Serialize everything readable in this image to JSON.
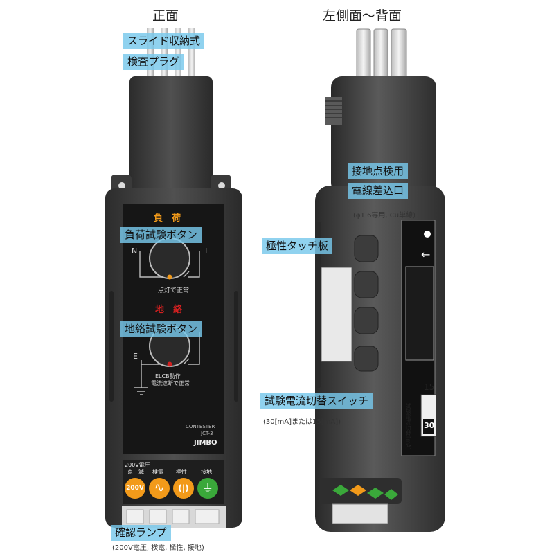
{
  "headings": {
    "front": "正面",
    "side_back": "左側面～背面"
  },
  "callouts": {
    "slide_plug_line1": "スライド収納式",
    "slide_plug_line2": "検査プラグ",
    "load_test_button": "負荷試験ボタン",
    "ground_test_button": "地絡試験ボタン",
    "confirm_lamp": "確認ランプ",
    "confirm_lamp_note": "(200V電圧, 検電, 極性, 接地)",
    "ground_wire_port_line1": "接地点検用",
    "ground_wire_port_line2": "電線差込口",
    "ground_wire_port_note": "(φ1.6専用, Cu単線)",
    "polarity_plate": "極性タッチ板",
    "current_switch": "試験電流切替スイッチ",
    "current_switch_note": "(30[mA]または15[mA])"
  },
  "front_panel": {
    "load_label": "負　荷",
    "ground_label": "地　絡",
    "terminal_n": "N",
    "terminal_l": "L",
    "terminal_e": "E",
    "lit_normal": "点灯で正常",
    "elcb_line1": "ELCB動作",
    "elcb_line2": "電流遮断で正常",
    "brand_sub1": "CONTESTER",
    "brand_sub2": "JCT-3",
    "brand": "JIMBO"
  },
  "indicators": [
    {
      "top": "200V電圧",
      "top2": "点　滅",
      "value": "200V",
      "color": "#f29a1a"
    },
    {
      "top": "検電",
      "top2": "",
      "value": "∿",
      "color": "#f29a1a"
    },
    {
      "top": "極性",
      "top2": "",
      "value": "(|)",
      "color": "#f29a1a"
    },
    {
      "top": "接地",
      "top2": "",
      "value": "⏚",
      "color": "#3aa83a"
    }
  ],
  "side": {
    "switch_top": "15",
    "switch_bottom": "30",
    "arrow": "←",
    "switch_text": "試験電流切替[mA]"
  },
  "colors": {
    "body": "#3b3b3b",
    "panel": "#1a1a1a",
    "orange": "#f29a1a",
    "red": "#d32020",
    "green": "#3aa83a",
    "callout": "#78c8eb"
  }
}
